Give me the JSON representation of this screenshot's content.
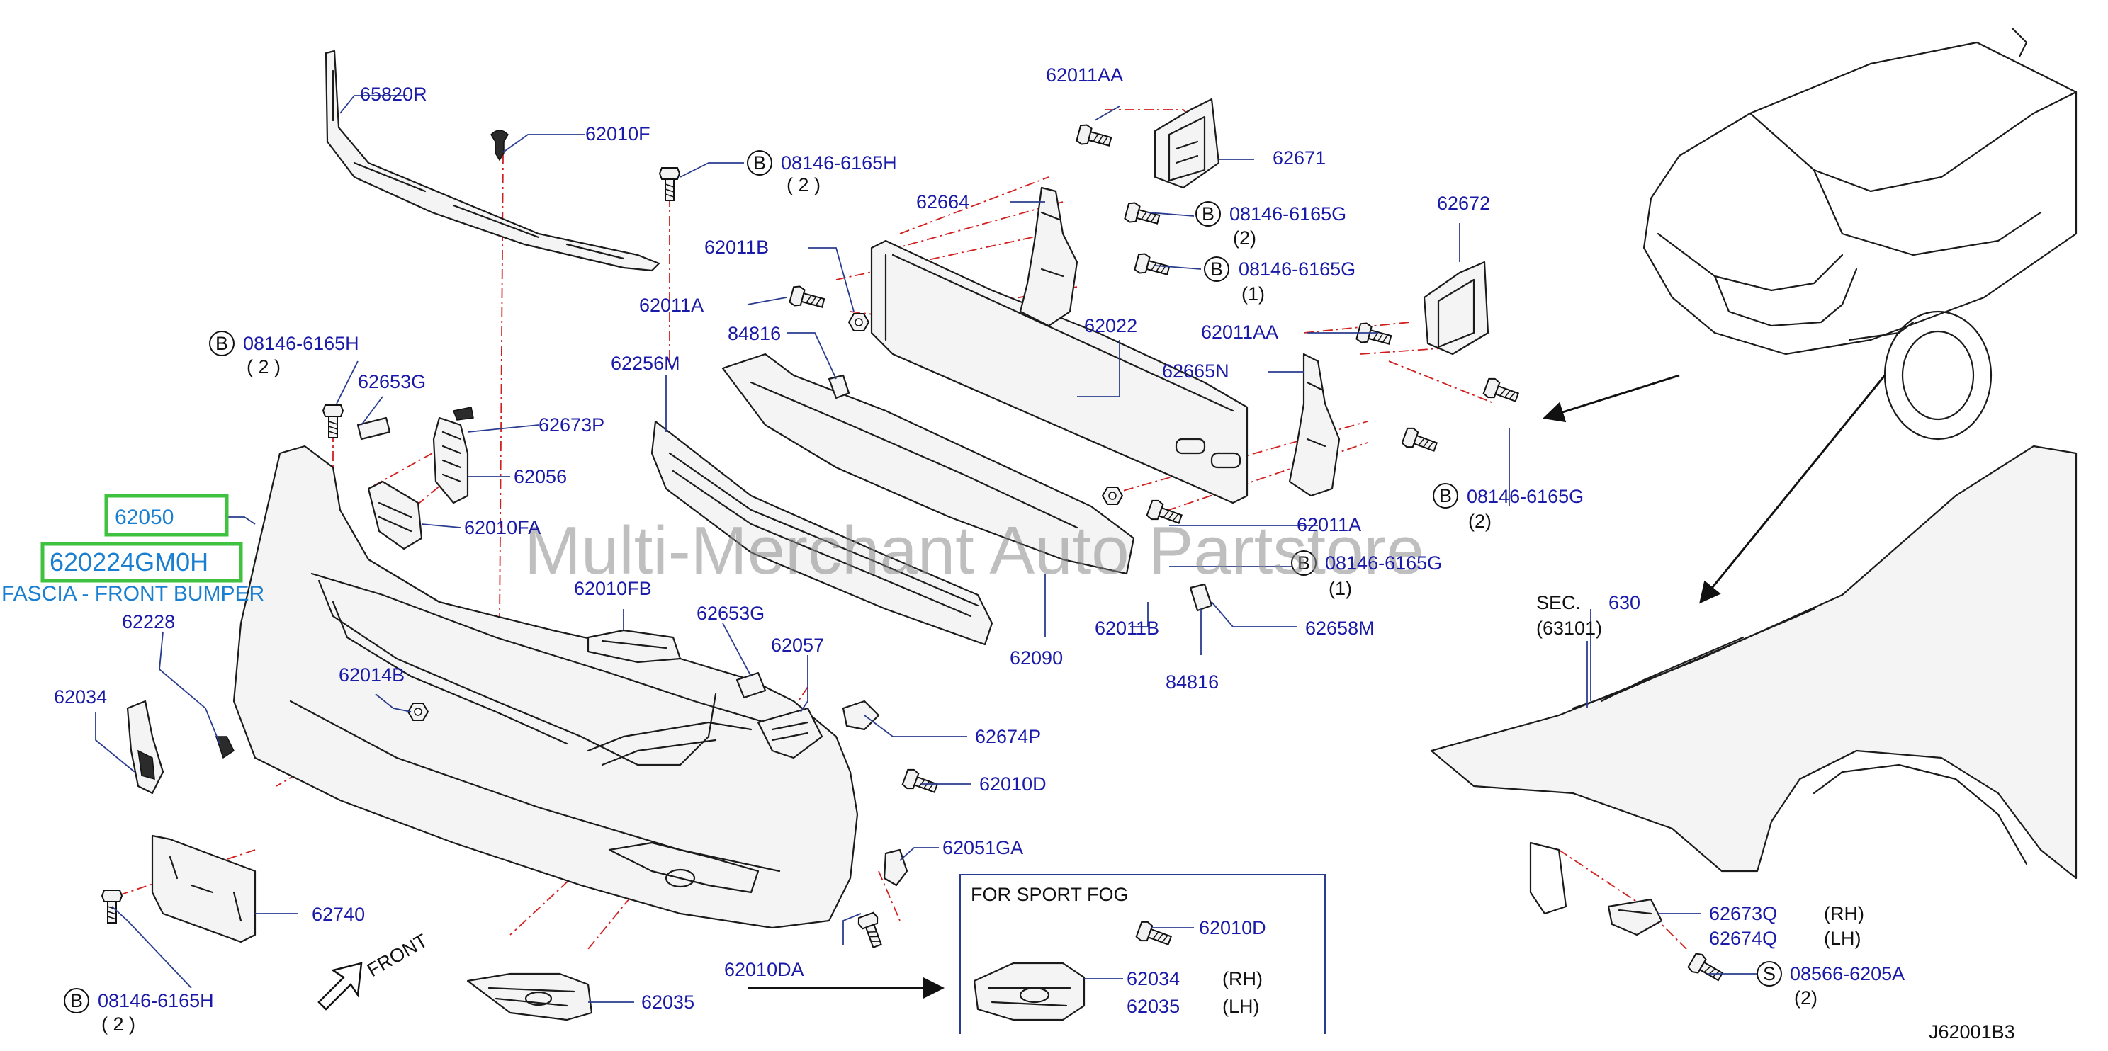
{
  "watermark": "Multi-Merchant Auto Partstore",
  "diagram_code": "J62001B3",
  "highlight": {
    "part_no": "62050",
    "oem_no": "620224GM0H",
    "description": "FASCIA - FRONT BUMPER"
  },
  "labels": {
    "l65820R": "65820R",
    "l62010F": "62010F",
    "l08146H_top": "08146-6165H",
    "q2_top": "( 2 )",
    "l62011AA_top": "62011AA",
    "l62671": "62671",
    "l62664": "62664",
    "l08146G_a": "08146-6165G",
    "q2_a": "(2)",
    "l62672": "62672",
    "l62011B_top": "62011B",
    "l08146G_b": "08146-6165G",
    "q1_b": "(1)",
    "l62011A_top": "62011A",
    "l62022": "62022",
    "l62011AA_mid": "62011AA",
    "l84816_top": "84816",
    "l62256M": "62256M",
    "l62665N": "62665N",
    "l08146H_left": "08146-6165H",
    "q2_left": "( 2 )",
    "l62653G_top": "62653G",
    "l62673P": "62673P",
    "l62056": "62056",
    "l62010FA": "62010FA",
    "l08146G_c": "08146-6165G",
    "q2_c": "(2)",
    "l62011A_mid": "62011A",
    "l08146G_d": "08146-6165G",
    "q1_d": "(1)",
    "l62228": "62228",
    "l62010FB": "62010FB",
    "l62653G_mid": "62653G",
    "l62011B_mid": "62011B",
    "l62658M": "62658M",
    "l62090": "62090",
    "l62057": "62057",
    "l84816_bot": "84816",
    "l62034_left": "62034",
    "l62014B": "62014B",
    "l62674P": "62674P",
    "sec_label": "SEC.",
    "sec_no": "630",
    "sec_sub": "(63101)",
    "l62010D_mid": "62010D",
    "l62051GA": "62051GA",
    "l62740": "62740",
    "l62673Q": "62673Q",
    "rh_a": "(RH)",
    "l62674Q": "62674Q",
    "lh_a": "(LH)",
    "l08566": "08566-6205A",
    "q2_s": "(2)",
    "l62010DA": "62010DA",
    "l08146H_bot": "08146-6165H",
    "q2_bot": "( 2 )",
    "l62035_bot": "62035",
    "front": "FRONT",
    "inset_title": "FOR   SPORT   FOG",
    "l62010D_inset": "62010D",
    "l62034_inset": "62034",
    "rh_b": "(RH)",
    "l62035_inset": "62035",
    "lh_b": "(LH)",
    "badge_b": "B",
    "badge_s": "S"
  },
  "colors": {
    "label_text": "#1a1aa8",
    "highlight_border": "#3fc23f",
    "highlight_text": "#1a7fd0",
    "dash_lines": "#d11f1f",
    "lines": "#1b1b1b"
  },
  "icons": {
    "bolt": "bolt-icon",
    "clip": "clip-icon",
    "nut": "nut-icon",
    "circled_letter": "circled-letter-badge"
  }
}
